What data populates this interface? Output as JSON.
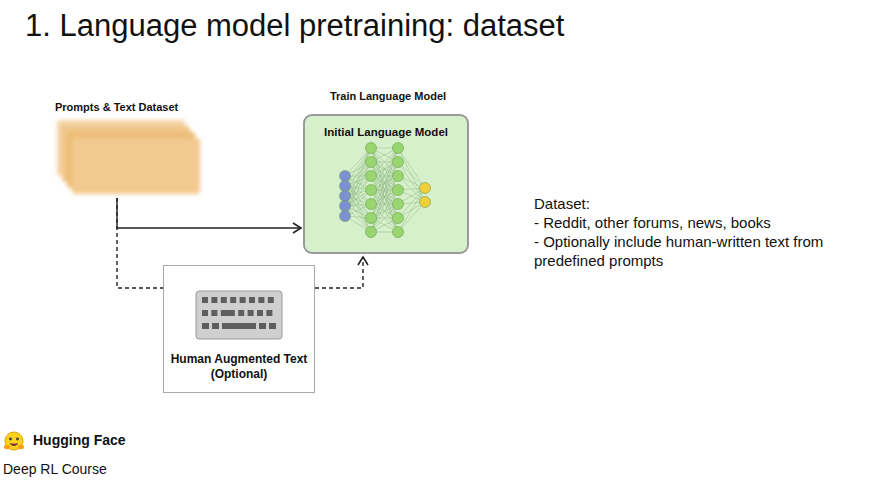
{
  "diagram": {
    "title": "1. Language model pretraining: dataset",
    "nodes": [
      {
        "text": [
          "Prompts & Text Dataset"
        ]
      },
      {
        "text": [
          "Train Language Model",
          "Initial Language Model"
        ]
      },
      {
        "text": [
          "Human Augmented Text (Optional)"
        ]
      }
    ],
    "edges": [
      {
        "from": 0,
        "to": 1,
        "arrow": "to"
      },
      {
        "from": 0,
        "to": 2,
        "arrow": "none"
      },
      {
        "from": 2,
        "to": 1,
        "arrow": "to"
      }
    ],
    "labels": [
      "Dataset:",
      "- Reddit, other forums, news, books",
      "- Optionally include human-written text from predefined prompts",
      "Hugging Face",
      "Deep RL Course"
    ]
  }
}
